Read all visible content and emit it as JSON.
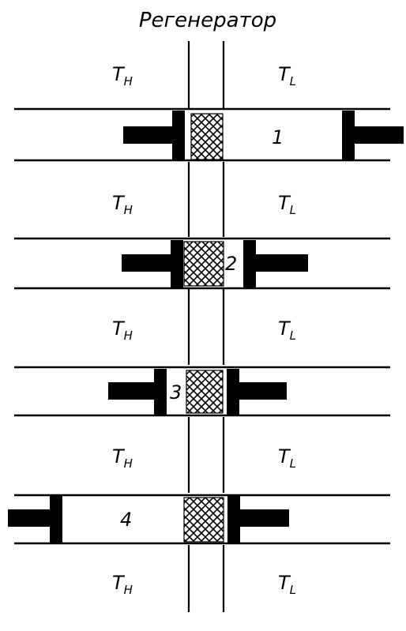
{
  "diagram": {
    "title": "Регенератор",
    "temps": {
      "hot": "T",
      "hot_sub": "H",
      "cold": "T",
      "cold_sub": "L"
    },
    "stages": [
      {
        "label": "1"
      },
      {
        "label": "2"
      },
      {
        "label": "3"
      },
      {
        "label": "4"
      }
    ]
  }
}
